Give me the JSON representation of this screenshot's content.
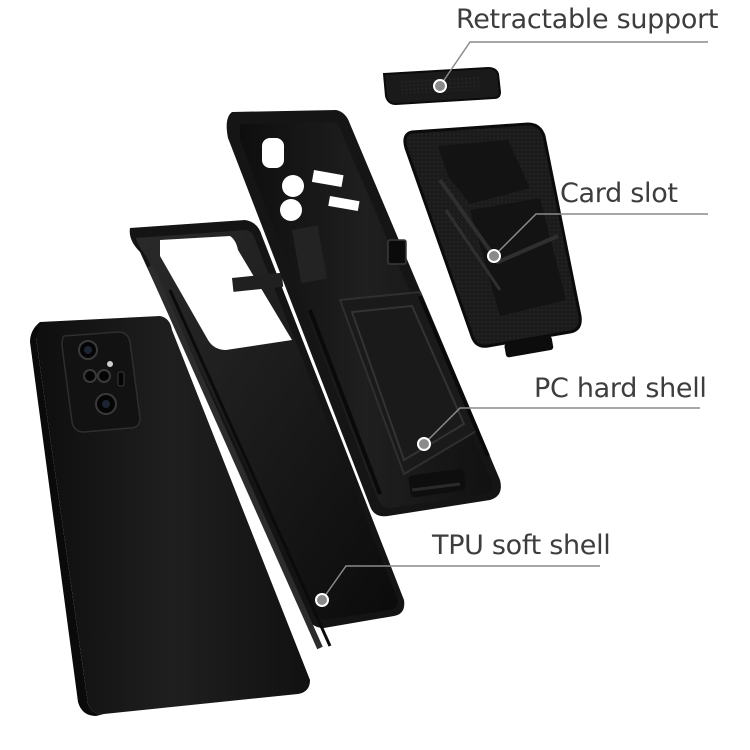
{
  "labels": {
    "retractable_support": "Retractable support",
    "card_slot": "Card slot",
    "pc_hard_shell": "PC hard shell",
    "tpu_soft_shell": "TPU soft shell"
  },
  "colors": {
    "background": "#ffffff",
    "case_black": "#1a1a1a",
    "case_highlight": "#3a3a3a",
    "leader_line": "#8a8a8a",
    "label_text": "#3d3d3d"
  }
}
